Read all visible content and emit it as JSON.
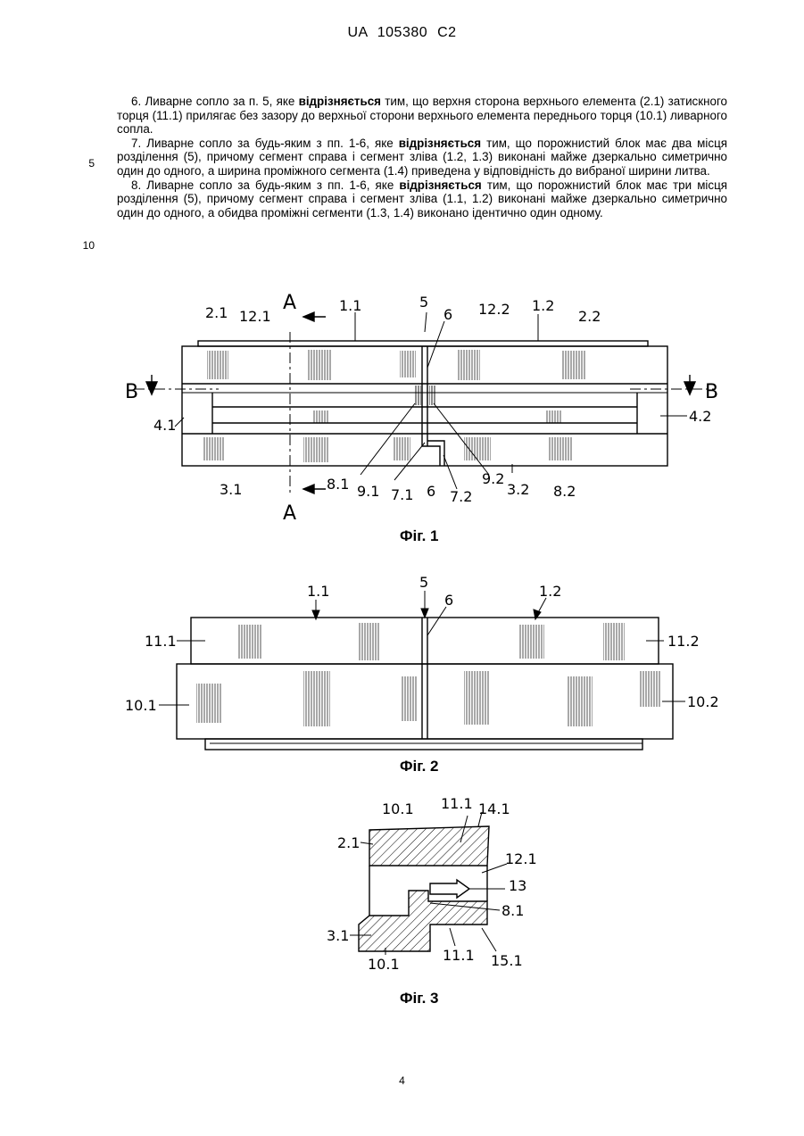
{
  "header": "UA 105380 C2",
  "claims": {
    "c6_pre": "6. Ливарне сопло за п. 5, яке ",
    "c6_bold": "відрізняється",
    "c6_post": " тим, що верхня сторона верхнього елемента (2.1) затискного торця (11.1) прилягає без зазору до верхньої сторони верхнього елемента переднього торця (10.1) ливарного сопла.",
    "c7_pre": "7. Ливарне сопло за будь-яким з пп. 1-6, яке ",
    "c7_bold": "відрізняється",
    "c7_post": " тим, що порожнистий блок має два місця розділення (5), причому сегмент справа і сегмент зліва (1.2, 1.3) виконані майже дзеркально симетрично один до одного, а ширина проміжного сегмента (1.4) приведена у відповідність до вибраної ширини литва.",
    "c8_pre": "8. Ливарне сопло за будь-яким з пп. 1-6, яке ",
    "c8_bold": "відрізняється",
    "c8_post": " тим, що порожнистий блок має три місця розділення (5), причому сегмент справа і сегмент зліва (1.1, 1.2) виконані майже дзеркально симетрично один до одного, а обидва проміжні сегменти (1.3, 1.4) виконано ідентично один одному."
  },
  "line_numbers": [
    "5",
    "10"
  ],
  "figures": {
    "fig1": {
      "caption": "Фіг. 1",
      "labels": {
        "A_top": "A",
        "A_bot": "A",
        "B_left": "B",
        "B_right": "B",
        "l_2_1": "2.1",
        "l_12_1": "12.1",
        "l_1_1": "1.1",
        "l_5": "5",
        "l_6_top": "6",
        "l_12_2": "12.2",
        "l_1_2": "1.2",
        "l_2_2": "2.2",
        "l_4_1": "4.1",
        "l_4_2": "4.2",
        "l_3_1": "3.1",
        "l_8_1": "8.1",
        "l_9_1": "9.1",
        "l_7_1": "7.1",
        "l_6_bot": "6",
        "l_7_2": "7.2",
        "l_9_2": "9.2",
        "l_3_2": "3.2",
        "l_8_2": "8.2"
      }
    },
    "fig2": {
      "caption": "Фіг. 2",
      "labels": {
        "l_1_1": "1.1",
        "l_5": "5",
        "l_6": "6",
        "l_1_2": "1.2",
        "l_11_1": "11.1",
        "l_11_2": "11.2",
        "l_10_1": "10.1",
        "l_10_2": "10.2"
      }
    },
    "fig3": {
      "caption": "Фіг. 3",
      "labels": {
        "l_10_1_top": "10.1",
        "l_11_1_top": "11.1",
        "l_14_1": "14.1",
        "l_2_1": "2.1",
        "l_12_1": "12.1",
        "l_13": "13",
        "l_8_1": "8.1",
        "l_3_1": "3.1",
        "l_10_1_bot": "10.1",
        "l_11_1_bot": "11.1",
        "l_15_1": "15.1"
      }
    }
  },
  "page_number": "4"
}
